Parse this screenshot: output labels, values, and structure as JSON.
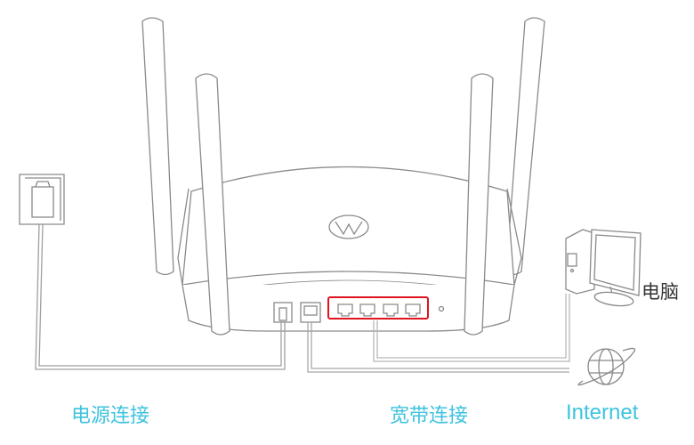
{
  "labels": {
    "power": "电源连接",
    "broadband": "宽带连接",
    "internet": "Internet",
    "computer": "电脑"
  },
  "colors": {
    "label": "#3ec3df",
    "highlight": "#e0141e",
    "line": "#8a8a8a"
  }
}
